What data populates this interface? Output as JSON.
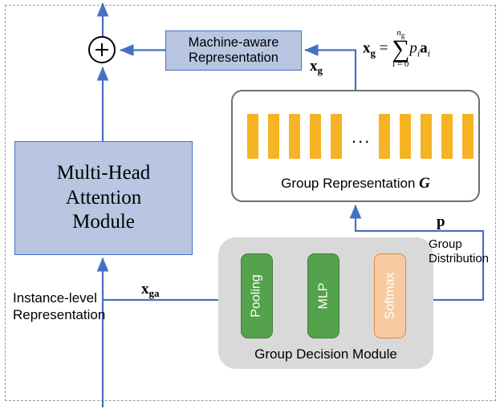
{
  "diagram": {
    "mha_box": {
      "line1": "Multi-Head",
      "line2": "Attention",
      "line3": "Module"
    },
    "machine_aware_box": {
      "line1": "Machine-aware",
      "line2": "Representation"
    },
    "group_representation": {
      "label_text": "Group Representation ",
      "label_symbol": "G",
      "ellipsis": "...",
      "bar_count_left": 5,
      "bar_count_right": 5,
      "bar_color": "#f6b323"
    },
    "group_decision_module": {
      "label": "Group Decision Module",
      "stages": [
        {
          "name": "Pooling",
          "color": "#54a24b"
        },
        {
          "name": "MLP",
          "color": "#54a24b"
        },
        {
          "name": "Softmax",
          "color": "#f7caa2"
        }
      ]
    },
    "labels": {
      "instance_level_line1": "Instance-level",
      "instance_level_line2": "Representation",
      "group_distribution_line1": "Group",
      "group_distribution_line2": "Distribution",
      "x_ga": "x",
      "x_ga_sub": "ga",
      "x_g": "x",
      "x_g_sub": "g",
      "p": "p"
    },
    "formula": {
      "lhs": "x",
      "lhs_sub": "g",
      "equals": "=",
      "sigma": "∑",
      "sigma_top": "n",
      "sigma_top_sub": "g",
      "sigma_bottom": "i = 0",
      "term": "p",
      "term_sub": "i",
      "vector": "a",
      "vector_sub": "i"
    },
    "plus_node": {
      "symbol": "+"
    },
    "colors": {
      "blue_fill": "#b8c6e2",
      "blue_stroke": "#4471c4",
      "arrow": "#4471c4",
      "grey_fill": "#d9d9d9",
      "bar": "#f6b323",
      "green": "#54a24b",
      "orange": "#f7caa2",
      "frame": "#9a9a9a"
    }
  }
}
